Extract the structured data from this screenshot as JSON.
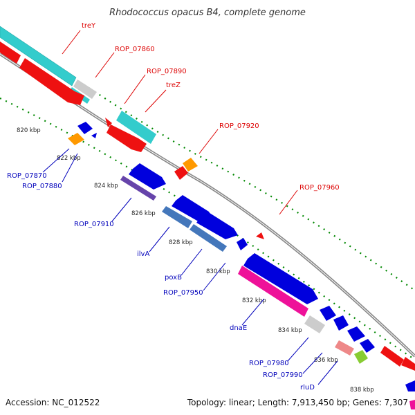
{
  "title": "Rhodococcus opacus B4, complete genome",
  "footer": {
    "accession": "Accession: NC_012522",
    "summary": "Topology: linear; Length: 7,913,450 bp; Genes: 7,307"
  },
  "colors": {
    "forward_label": "#dd0000",
    "reverse_label": "#0000bb",
    "backbone": "#888888",
    "tick": "#008800"
  },
  "ticks": [
    "820 kbp",
    "822 kbp",
    "824 kbp",
    "826 kbp",
    "828 kbp",
    "830 kbp",
    "832 kbp",
    "834 kbp",
    "836 kbp",
    "838 kbp"
  ],
  "labels_forward": [
    "treY",
    "ROP_07860",
    "ROP_07890",
    "treZ",
    "ROP_07920",
    "ROP_07960"
  ],
  "labels_reverse": [
    "ROP_07870",
    "ROP_07880",
    "ROP_07910",
    "ilvA",
    "poxB",
    "ROP_07950",
    "dnaE",
    "ROP_07980",
    "ROP_07990",
    "rluD"
  ]
}
